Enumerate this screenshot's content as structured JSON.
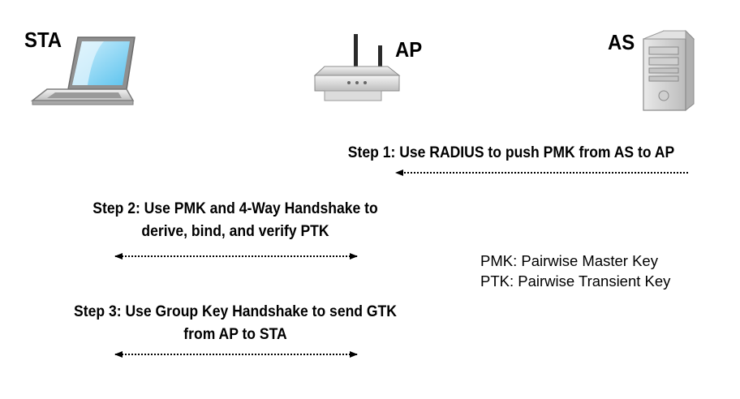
{
  "nodes": {
    "sta": {
      "label": "STA"
    },
    "ap": {
      "label": "AP"
    },
    "as": {
      "label": "AS"
    }
  },
  "steps": [
    {
      "line1": "Step 1: Use RADIUS to push PMK from AS to AP",
      "line2": "",
      "direction": "AS-to-AP"
    },
    {
      "line1": "Step 2: Use PMK and 4-Way Handshake to",
      "line2": "derive, bind, and verify PTK",
      "direction": "bidirectional"
    },
    {
      "line1": "Step 3: Use Group Key Handshake to send GTK",
      "line2": "from AP to STA",
      "direction": "bidirectional"
    }
  ],
  "legend": [
    "PMK: Pairwise Master Key",
    "PTK: Pairwise Transient Key"
  ],
  "icons": {
    "sta": "laptop-icon",
    "ap": "wireless-router-icon",
    "as": "server-tower-icon"
  },
  "colors": {
    "text": "#000000",
    "arrow": "#000000",
    "icon_gray": "#b8b8b8",
    "icon_screen": "#7fd0f0"
  }
}
